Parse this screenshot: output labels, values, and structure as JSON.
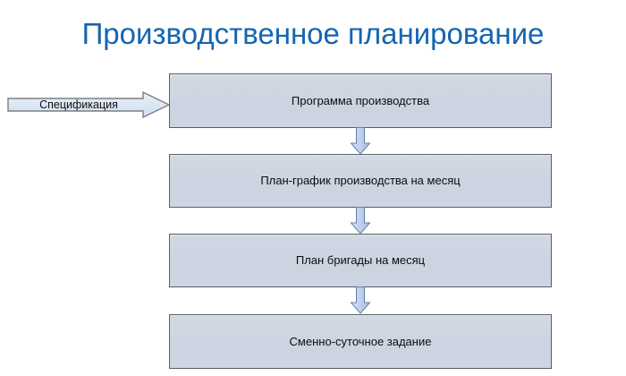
{
  "page": {
    "title": "Производственное планирование",
    "title_color": "#1565b0",
    "background_color": "#ffffff"
  },
  "input_arrow": {
    "label": "Спецификация",
    "fill_color": "#dce6f2",
    "border_color": "#7c7f85",
    "shape": "right-arrow-callout"
  },
  "flow": {
    "box_fill_color": "#ccd4e1",
    "box_border_color": "#5a5f66",
    "connector_fill_color": "#c4d3e8",
    "connector_border_color": "#5b81b5",
    "steps": [
      {
        "label": "Программа производства"
      },
      {
        "label": "План-график производства на месяц"
      },
      {
        "label": "План бригады на месяц"
      },
      {
        "label": "Сменно-суточное задание"
      }
    ],
    "connectors": [
      {
        "direction": "down"
      },
      {
        "direction": "down"
      },
      {
        "direction": "down"
      }
    ]
  }
}
